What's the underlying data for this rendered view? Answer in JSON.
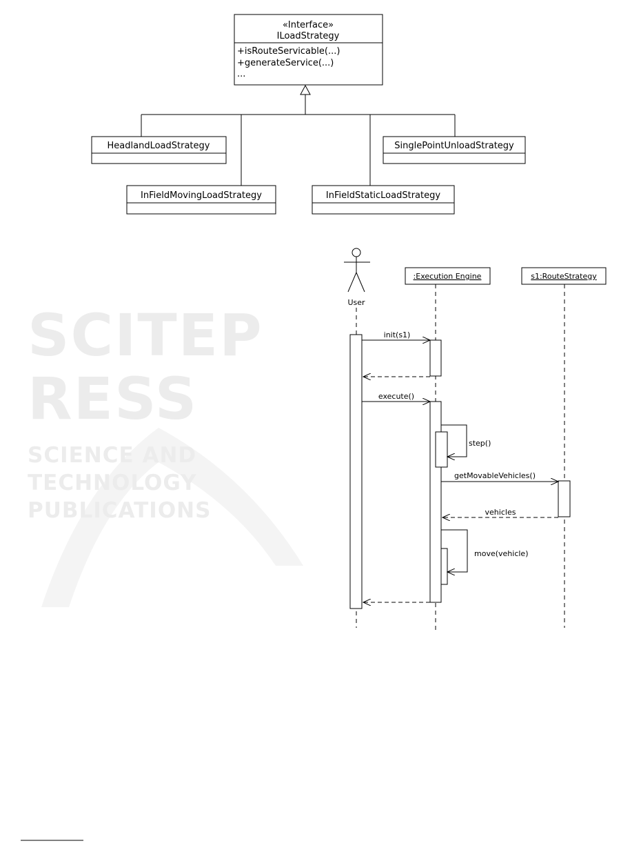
{
  "class_diagram": {
    "interface": {
      "stereotype": "«Interface»",
      "name": "ILoadStrategy",
      "methods": [
        "+isRouteServicable(...)",
        "+generateService(...)",
        "..."
      ]
    },
    "implementations": [
      "HeadlandLoadStrategy",
      "SinglePointUnloadStrategy",
      "InFieldMovingLoadStrategy",
      "InFieldStaticLoadStrategy"
    ]
  },
  "sequence_diagram": {
    "actor": "User",
    "lifelines": [
      ":Execution Engine",
      "s1:RouteStrategy"
    ],
    "messages": {
      "init": "init(s1)",
      "execute": "execute()",
      "step": "step()",
      "get_vehicles": "getMovableVehicles()",
      "vehicles": "vehicles",
      "move": "move(vehicle)"
    }
  },
  "watermark": {
    "title": "SCITEPRESS",
    "subtitle": "SCIENCE AND TECHNOLOGY PUBLICATIONS"
  }
}
